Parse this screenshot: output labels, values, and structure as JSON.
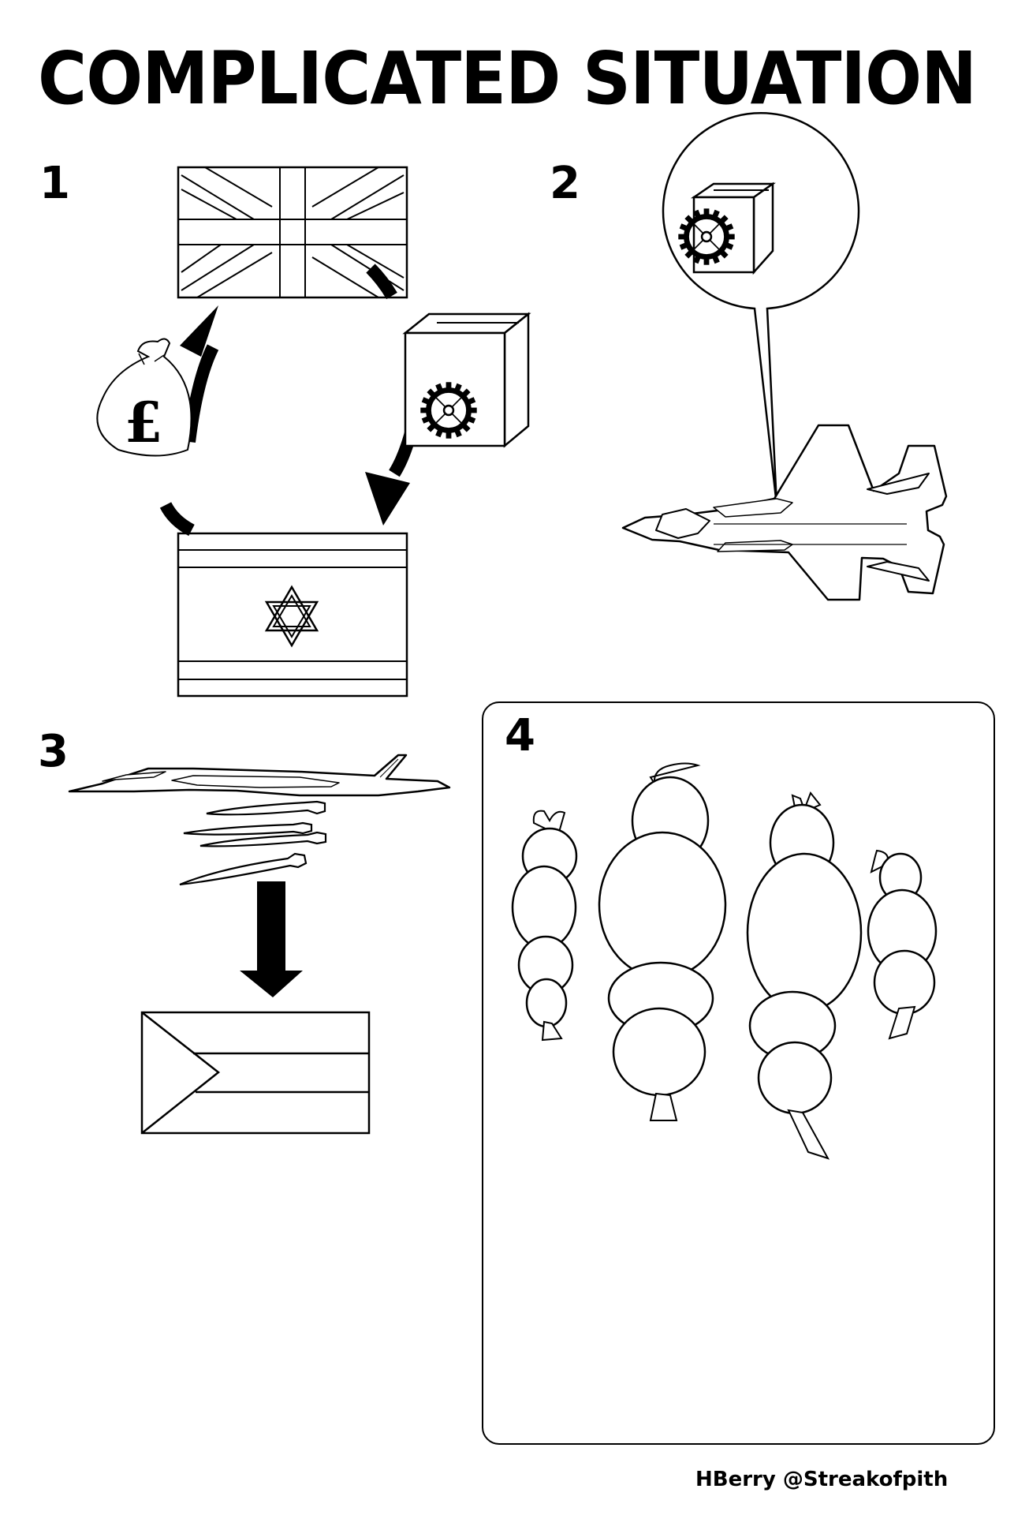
{
  "title": "COMPLICATED SITUATION",
  "steps": [
    {
      "number": "1",
      "description": "Cycle: UK flag -> parts box (gear) -> Israel flag -> money bag (pound) -> UK flag"
    },
    {
      "number": "2",
      "description": "Magnified parts box with gear on fighter jet (top view)"
    },
    {
      "number": "3",
      "description": "Fighter jet dropping bombs, arrow down to Palestinian flag"
    },
    {
      "number": "4",
      "description": "Four shrouded wrapped bodies"
    }
  ],
  "icons": {
    "money_bag_symbol": "£"
  },
  "credit": "HBerry @Streakofpith",
  "colors": {
    "ink": "#000000",
    "paper": "#ffffff"
  }
}
